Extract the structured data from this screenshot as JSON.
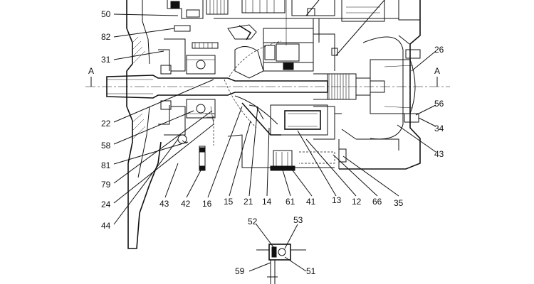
{
  "section_marks": [
    "A",
    "A"
  ],
  "labels": [
    {
      "id": "lbl-50",
      "text": "50"
    },
    {
      "id": "lbl-82",
      "text": "82"
    },
    {
      "id": "lbl-31",
      "text": "31"
    },
    {
      "id": "lbl-22",
      "text": "22"
    },
    {
      "id": "lbl-58",
      "text": "58"
    },
    {
      "id": "lbl-81",
      "text": "81"
    },
    {
      "id": "lbl-79",
      "text": "79"
    },
    {
      "id": "lbl-24",
      "text": "24"
    },
    {
      "id": "lbl-44",
      "text": "44"
    },
    {
      "id": "lbl-43a",
      "text": "43"
    },
    {
      "id": "lbl-42",
      "text": "42"
    },
    {
      "id": "lbl-16",
      "text": "16"
    },
    {
      "id": "lbl-15",
      "text": "15"
    },
    {
      "id": "lbl-21",
      "text": "21"
    },
    {
      "id": "lbl-14",
      "text": "14"
    },
    {
      "id": "lbl-61",
      "text": "61"
    },
    {
      "id": "lbl-41",
      "text": "41"
    },
    {
      "id": "lbl-13",
      "text": "13"
    },
    {
      "id": "lbl-12",
      "text": "12"
    },
    {
      "id": "lbl-66",
      "text": "66"
    },
    {
      "id": "lbl-35",
      "text": "35"
    },
    {
      "id": "lbl-26",
      "text": "26"
    },
    {
      "id": "lbl-56",
      "text": "56"
    },
    {
      "id": "lbl-34",
      "text": "34"
    },
    {
      "id": "lbl-43b",
      "text": "43"
    },
    {
      "id": "lbl-52",
      "text": "52"
    },
    {
      "id": "lbl-53",
      "text": "53"
    },
    {
      "id": "lbl-59",
      "text": "59"
    },
    {
      "id": "lbl-51",
      "text": "51"
    }
  ]
}
